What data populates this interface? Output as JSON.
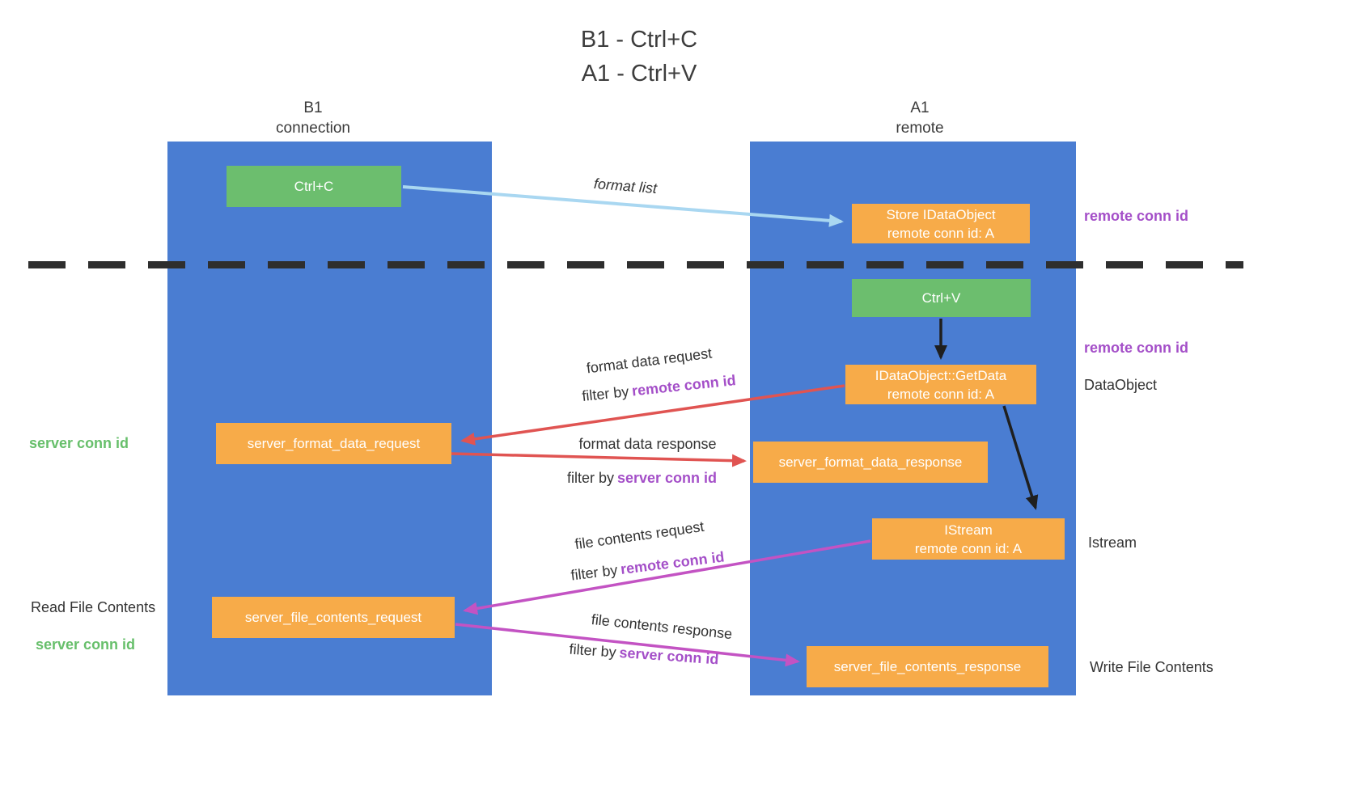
{
  "title": {
    "line1": "B1 - Ctrl+C",
    "line2": "A1 - Ctrl+V"
  },
  "lanes": {
    "left": {
      "header_line1": "B1",
      "header_line2": "connection"
    },
    "right": {
      "header_line1": "A1",
      "header_line2": "remote"
    }
  },
  "boxes": {
    "ctrl_c": {
      "label": "Ctrl+C"
    },
    "ctrl_v": {
      "label": "Ctrl+V"
    },
    "store_idataobject": {
      "line1": "Store IDataObject",
      "line2": "remote conn id: A"
    },
    "getdata": {
      "line1": "IDataObject::GetData",
      "line2": "remote conn id: A"
    },
    "istream": {
      "line1": "IStream",
      "line2": "remote conn id: A"
    },
    "server_format_data_request": {
      "label": "server_format_data_request"
    },
    "server_format_data_response": {
      "label": "server_format_data_response"
    },
    "server_file_contents_request": {
      "label": "server_file_contents_request"
    },
    "server_file_contents_response": {
      "label": "server_file_contents_response"
    }
  },
  "flows": {
    "format_list": {
      "label": "format list"
    },
    "format_data_request": {
      "label": "format data request",
      "filter_prefix": "filter by",
      "filter_key": "remote conn id"
    },
    "format_data_response": {
      "label": "format data response",
      "filter_prefix": "filter by",
      "filter_key": "server conn id"
    },
    "file_contents_request": {
      "label": "file contents request",
      "filter_prefix": "filter by",
      "filter_key": "remote conn id"
    },
    "file_contents_response": {
      "label": "file contents response",
      "filter_prefix": "filter by",
      "filter_key": "server conn id"
    }
  },
  "side_labels": {
    "remote_conn_id_top": "remote conn id",
    "remote_conn_id_mid": "remote conn id",
    "dataobject": "DataObject",
    "istream": "Istream",
    "write_file_contents": "Write File Contents",
    "read_file_contents": "Read File Contents",
    "server_conn_id_top": "server conn id",
    "server_conn_id_bottom": "server conn id"
  },
  "colors": {
    "lane_blue": "#4a7dd2",
    "box_green": "#6cbe6e",
    "box_orange": "#f7ab49",
    "arrow_lightblue": "#a9d7f1",
    "arrow_red": "#e05452",
    "arrow_magenta": "#c353c3",
    "arrow_black": "#1f1f1f",
    "text_purple": "#a44fc8",
    "text_green": "#67bf6b",
    "divider_black": "#2e2e2e"
  }
}
